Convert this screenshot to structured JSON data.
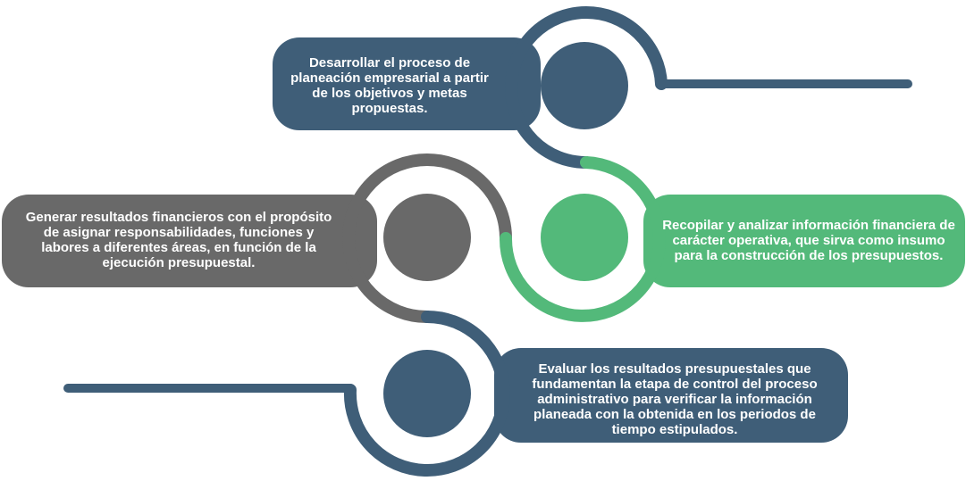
{
  "colors": {
    "navy": "#3f5e78",
    "gray": "#696969",
    "green": "#53b97a"
  },
  "steps": [
    {
      "text": "Desarrollar el proceso de planeación empresarial a partir de los objetivos y metas propuestas.",
      "color": "navy"
    },
    {
      "text": "Generar resultados financieros con el propósito de asignar responsabilidades, funciones y labores a diferentes áreas, en función de la ejecución presupuestal.",
      "color": "gray"
    },
    {
      "text": "Recopilar y analizar información financiera de carácter operativa, que sirva como insumo para la construcción de los presupuestos.",
      "color": "green"
    },
    {
      "text": "Evaluar los resultados presupuestales que fundamentan la etapa de control del proceso administrativo para verificar la información planeada con la obtenida en los periodos de tiempo estipulados.",
      "color": "navy"
    }
  ]
}
